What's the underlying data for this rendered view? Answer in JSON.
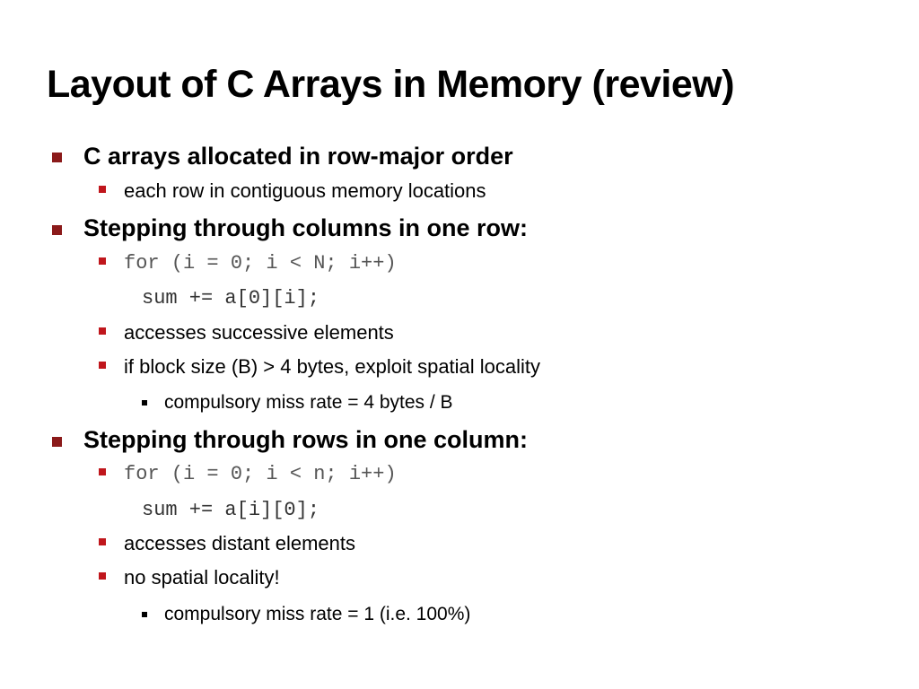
{
  "slide": {
    "title": "Layout of C Arrays in Memory (review)",
    "items": [
      {
        "level": 1,
        "text": "C arrays allocated in row-major order"
      },
      {
        "level": 2,
        "text": "each row in contiguous memory locations"
      },
      {
        "level": 1,
        "text": "Stepping through columns in one row:"
      },
      {
        "level": 2,
        "code": true,
        "text": "for (i = 0; i < N; i++)"
      },
      {
        "level": 2,
        "code": true,
        "continuation": true,
        "text": "sum += a[0][i];"
      },
      {
        "level": 2,
        "text": "accesses successive elements"
      },
      {
        "level": 2,
        "text": "if block size (B) > 4 bytes, exploit spatial locality"
      },
      {
        "level": 3,
        "text": "compulsory miss rate = 4 bytes / B"
      },
      {
        "level": 1,
        "text": "Stepping through rows in one column:"
      },
      {
        "level": 2,
        "code": true,
        "text": "for (i = 0; i < n; i++)"
      },
      {
        "level": 2,
        "code": true,
        "continuation": true,
        "text": "sum += a[i][0];"
      },
      {
        "level": 2,
        "text": "accesses distant elements"
      },
      {
        "level": 2,
        "text": "no spatial locality!"
      },
      {
        "level": 3,
        "text": "compulsory miss rate = 1 (i.e. 100%)"
      }
    ]
  },
  "colors": {
    "level1_bullet": "#8b1a1a",
    "level2_bullet": "#c0161c",
    "level3_bullet": "#000000",
    "code_text": "#555555"
  }
}
